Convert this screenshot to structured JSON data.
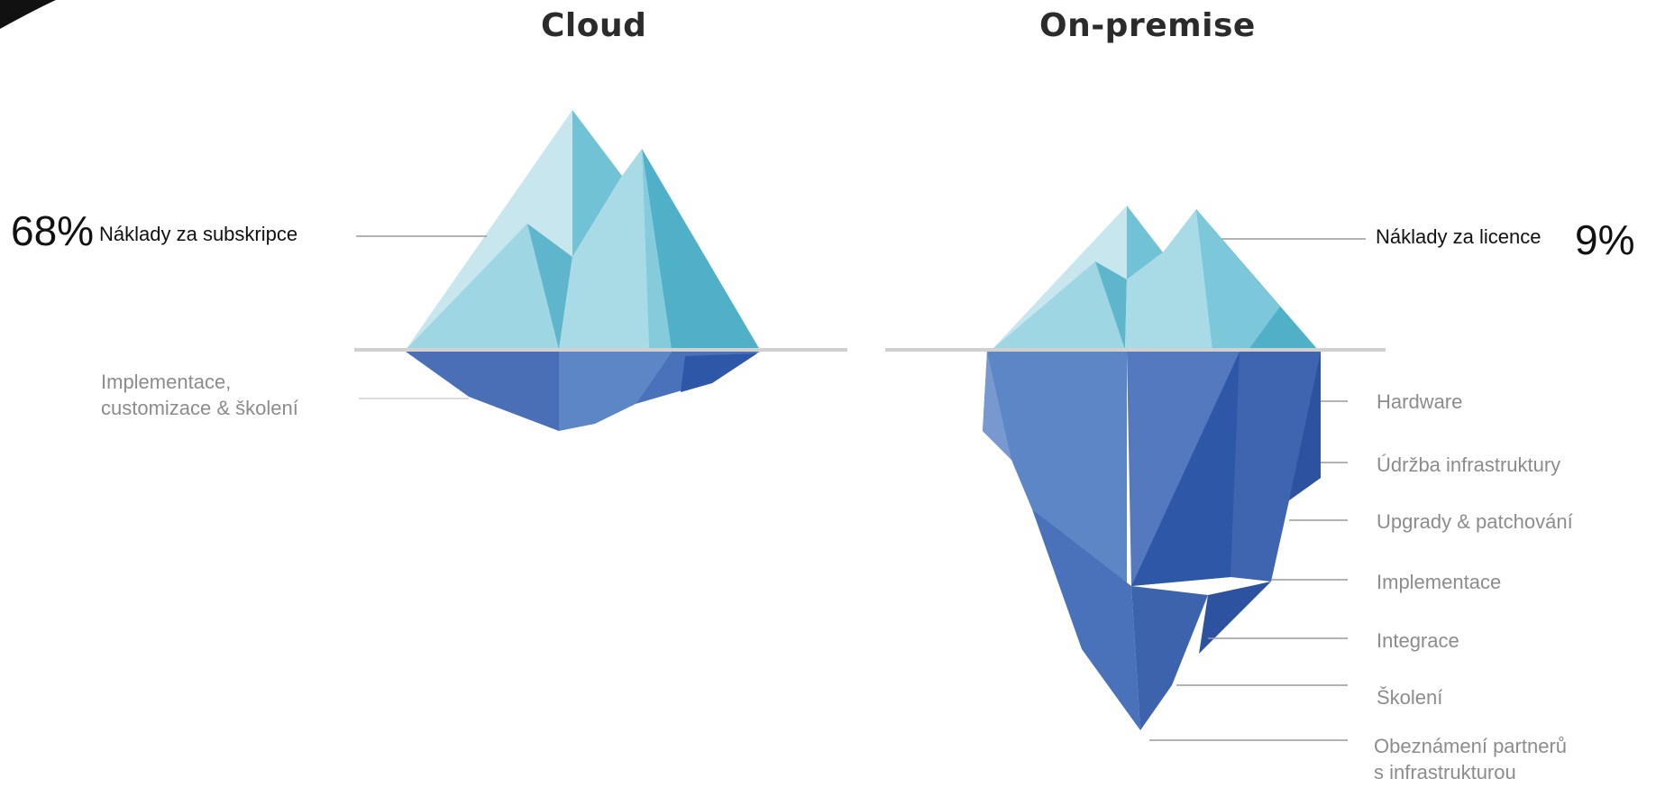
{
  "cloud": {
    "title": "Cloud",
    "percent": "68%",
    "top_label": "Náklady za subskripce",
    "bottom_label_lines": [
      "Implementace,",
      "customizace & školení"
    ]
  },
  "onpremise": {
    "title": "On-premise",
    "percent": "9%",
    "top_label": "Náklady za licence",
    "bottom_labels": [
      "Hardware",
      "Údržba infrastruktury",
      "Upgrady & patchování",
      "Implementace",
      "Integrace",
      "Školení"
    ],
    "last_label_lines": [
      "Obeznámení partnerů",
      "s infrastrukturou"
    ]
  },
  "colors": {
    "ice_light": "#c7e6ee",
    "ice_mid": "#8fd0e0",
    "ice_dark": "#55b3cb",
    "under_light": "#5d86c6",
    "under_mid": "#4c73b9",
    "under_dark": "#2f57a8",
    "waterline": "#d0d0d0",
    "leader": "#9a9a9a"
  }
}
